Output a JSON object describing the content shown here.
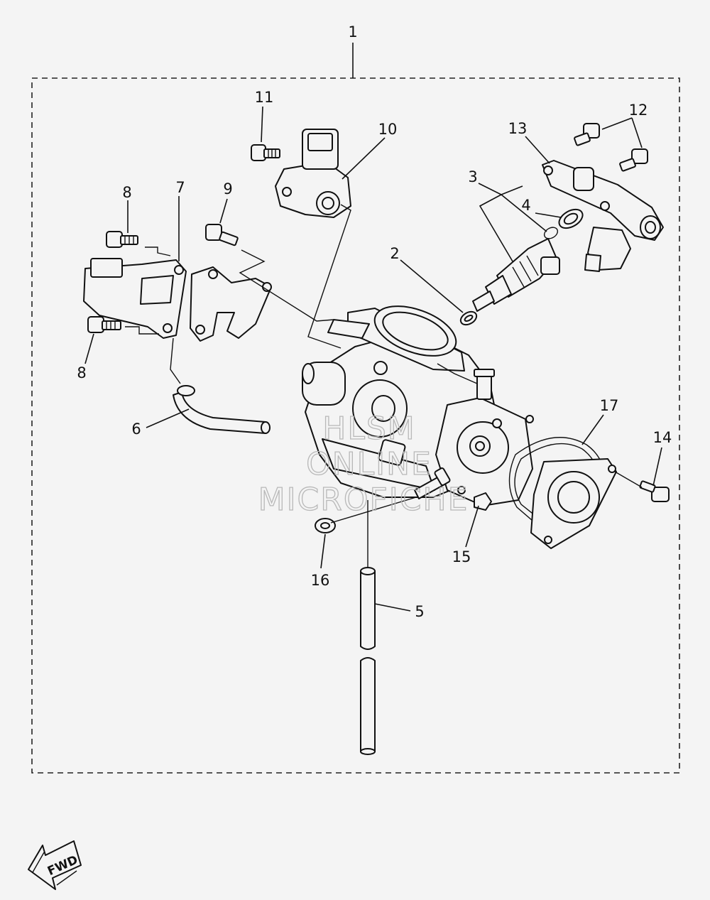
{
  "diagram": {
    "callouts": [
      "1",
      "2",
      "3",
      "4",
      "5",
      "6",
      "7",
      "8",
      "8",
      "9",
      "10",
      "11",
      "12",
      "13",
      "14",
      "15",
      "16",
      "17"
    ],
    "watermark": [
      "HLSM",
      "ONLINE",
      "MICROFICHE"
    ],
    "direction_label": "FWD"
  }
}
